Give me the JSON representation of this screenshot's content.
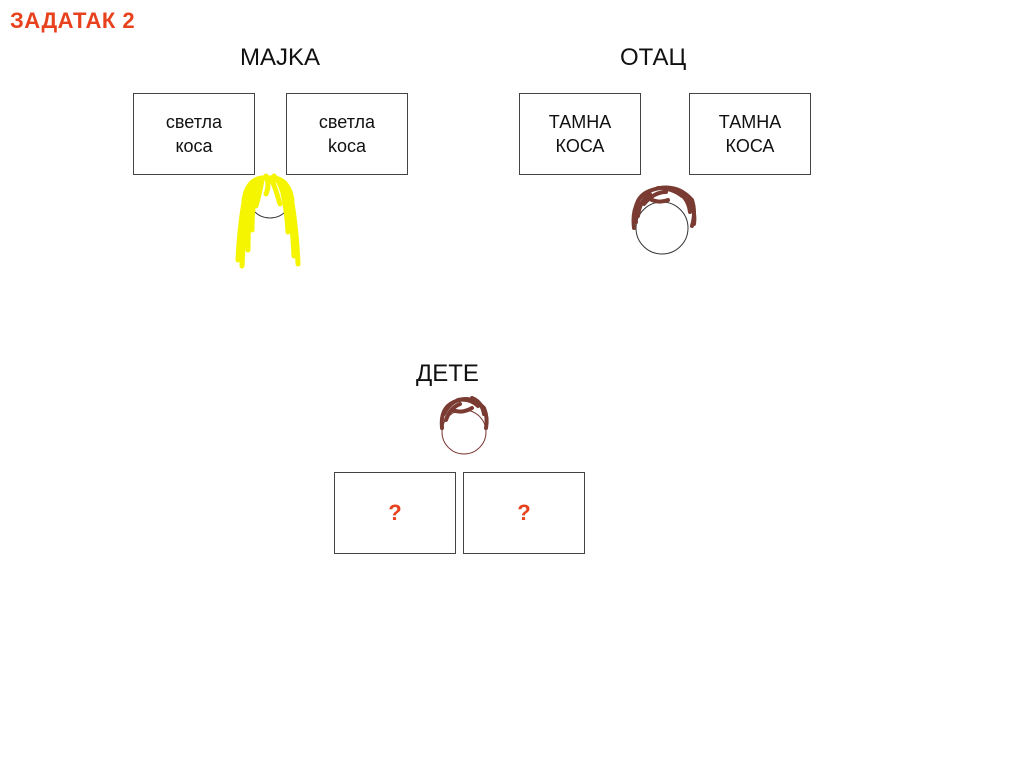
{
  "task": {
    "title": "ЗАДАТАК 2"
  },
  "mother": {
    "label": "MAJKA",
    "alleles": [
      {
        "line1": "светла",
        "line2": "коса"
      },
      {
        "line1": "светла",
        "line2": "kоса"
      }
    ],
    "hair_color": "#f5f500",
    "hair_icon": "long-blonde-hair-icon"
  },
  "father": {
    "label": "ОТАЦ",
    "alleles": [
      {
        "line1": "ТАМНА",
        "line2": "КОСА"
      },
      {
        "line1": "ТАМНА",
        "line2": "КОСА"
      }
    ],
    "hair_color": "#7a3b32",
    "hair_icon": "short-dark-hair-icon"
  },
  "child": {
    "label": "ДЕТЕ",
    "alleles": [
      {
        "value": "?"
      },
      {
        "value": "?"
      }
    ],
    "hair_color": "#7a3b32",
    "hair_icon": "short-dark-hair-icon"
  },
  "accent_color": "#e8411d"
}
